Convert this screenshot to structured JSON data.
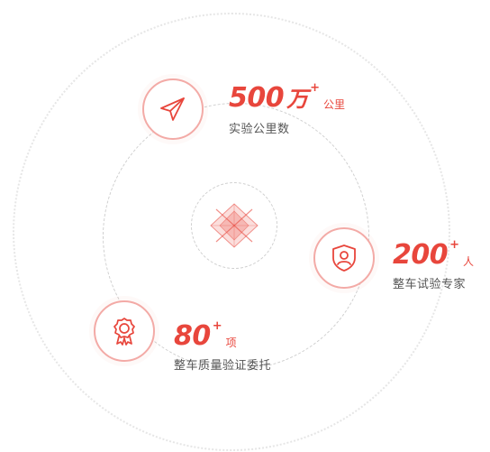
{
  "colors": {
    "accent": "#e8463c",
    "badge_border": "#f3aaa6",
    "ring": "#cfcfcf",
    "label_text": "#555555"
  },
  "stats": [
    {
      "number": "500",
      "big_unit": "万",
      "plus": "+",
      "small_unit": "公里",
      "label": "实验公里数",
      "icon": "paper-plane-icon"
    },
    {
      "number": "200",
      "big_unit": "",
      "plus": "+",
      "small_unit": "人",
      "label": "整车试验专家",
      "icon": "shield-person-icon"
    },
    {
      "number": "80",
      "big_unit": "",
      "plus": "+",
      "small_unit": "项",
      "label": "整车质量验证委托",
      "icon": "award-rosette-icon"
    }
  ],
  "center_icon": "diamond-star-icon"
}
